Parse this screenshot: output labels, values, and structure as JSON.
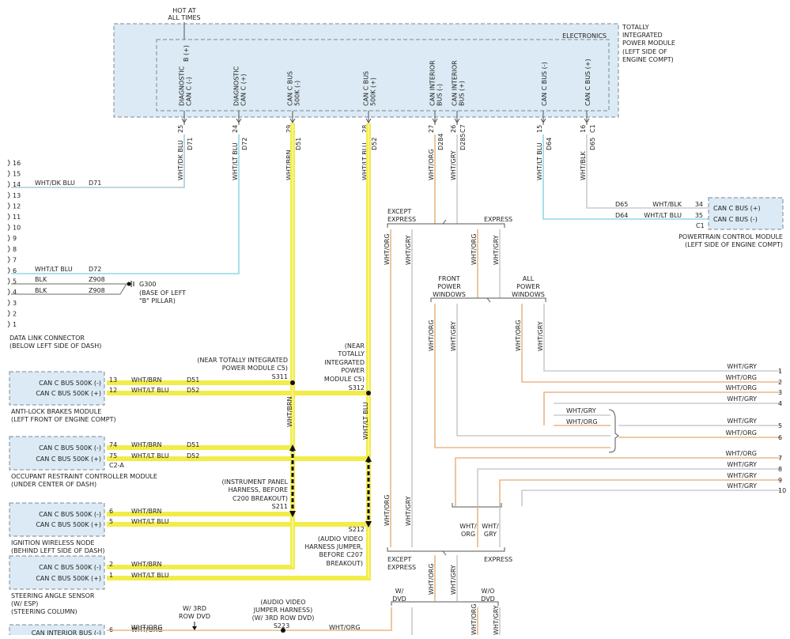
{
  "tipm": {
    "hot_label_1": "HOT AT",
    "hot_label_2": "ALL TIMES",
    "b_pin": "B (+)",
    "electronics": "ELECTRONICS",
    "title_lines": [
      "TOTALLY",
      "INTEGRATED",
      "POWER MODULE",
      "(LEFT SIDE OF",
      "ENGINE COMPT)"
    ],
    "pin_labels": [
      [
        "DIAGNOSTIC",
        "CAN C (-)"
      ],
      [
        "DIAGNOSTIC",
        "CAN C (+)"
      ],
      [
        "CAN C BUS",
        "500K (-)"
      ],
      [
        "CAN C BUS",
        "500K (+)"
      ],
      [
        "CAN INTERIOR",
        "BUS (-)"
      ],
      [
        "CAN INTERIOR",
        "BUS (+)"
      ],
      [
        "CAN C BUS (-)"
      ],
      [
        "CAN C BUS (+)"
      ]
    ],
    "pins": [
      "25",
      "24",
      "29",
      "28",
      "27",
      "26",
      "15",
      "16"
    ],
    "connectors": [
      "C7",
      "C1"
    ],
    "colors": [
      "WHT/DK BLU",
      "WHT/LT BLU",
      "WHT/BRN",
      "WHT/LT BLU",
      "WHT/ORG",
      "WHT/GRY",
      "WHT/LT BLU",
      "WHT/BLK"
    ],
    "circuits": [
      "D71",
      "D72",
      "D51",
      "D52",
      "D284",
      "D285",
      "D64",
      "D65"
    ]
  },
  "pcm": {
    "pins": [
      "34",
      "35"
    ],
    "labels": [
      "CAN C BUS (+)",
      "CAN C BUS (-)"
    ],
    "circuits": [
      "D65",
      "D64"
    ],
    "colors": [
      "WHT/BLK",
      "WHT/LT BLU"
    ],
    "connector": "C1",
    "title_lines": [
      "POWERTRAIN CONTROL MODULE",
      "(LEFT SIDE OF ENGINE COMPT)"
    ]
  },
  "dlc": {
    "pins": [
      "16",
      "15",
      "14",
      "13",
      "12",
      "11",
      "10",
      "9",
      "8",
      "7",
      "6",
      "5",
      "4",
      "3",
      "2",
      "1"
    ],
    "wires": [
      {
        "pin": "14",
        "color": "WHT/DK BLU",
        "circuit": "D71"
      },
      {
        "pin": "6",
        "color": "WHT/LT BLU",
        "circuit": "D72"
      },
      {
        "pin": "5",
        "color": "BLK",
        "circuit": "Z908"
      },
      {
        "pin": "4",
        "color": "BLK",
        "circuit": "Z908"
      }
    ],
    "ground": "G300",
    "ground_note": [
      "(BASE OF LEFT",
      "\"B\" PILLAR)"
    ],
    "title_lines": [
      "DATA LINK CONNECTOR",
      "(BELOW LEFT SIDE OF DASH)"
    ]
  },
  "splices": {
    "s311": [
      "(NEAR TOTALLY INTEGRATED",
      "POWER MODULE C5)",
      "S311"
    ],
    "s312": [
      "(NEAR",
      "TOTALLY",
      "INTEGRATED",
      "POWER",
      "MODULE C5)",
      "S312"
    ],
    "s211": [
      "(INSTRUMENT PANEL",
      "HARNESS, BEFORE",
      "C200 BREAKOUT)",
      "S211"
    ],
    "s212": [
      "S212",
      "(AUDIO VIDEO",
      "HARNESS JUMPER,",
      "BEFORE C207",
      "BREAKOUT)"
    ],
    "s223": [
      "(AUDIO VIDEO",
      "JUMPER HARNESS)",
      "(W/ 3RD ROW DVD)",
      "S223"
    ]
  },
  "trunk_labels": [
    "WHT/BRN",
    "WHT/LT BLU"
  ],
  "modules": [
    {
      "name": [
        "ANTI-LOCK BRAKES MODULE",
        "(LEFT FRONT OF ENGINE COMPT)"
      ],
      "pins": [
        {
          "label": "CAN C BUS 500K (-)",
          "pin": "13",
          "color": "WHT/BRN",
          "circuit": "D51"
        },
        {
          "label": "CAN C BUS 500K (+)",
          "pin": "12",
          "color": "WHT/LT BLU",
          "circuit": "D52"
        }
      ],
      "connector": ""
    },
    {
      "name": [
        "OCCUPANT RESTRAINT CONTROLLER MODULE",
        "(UNDER CENTER OF DASH)"
      ],
      "pins": [
        {
          "label": "CAN C BUS 500K (-)",
          "pin": "74",
          "color": "WHT/BRN",
          "circuit": "D51"
        },
        {
          "label": "CAN C BUS 500K (+)",
          "pin": "75",
          "color": "WHT/LT BLU",
          "circuit": "D52"
        }
      ],
      "connector": "C2-A"
    },
    {
      "name": [
        "IGNITION WIRELESS NODE",
        "(BEHIND LEFT SIDE OF DASH)"
      ],
      "pins": [
        {
          "label": "CAN C BUS 500K (-)",
          "pin": "6",
          "color": "WHT/BRN",
          "circuit": ""
        },
        {
          "label": "CAN C BUS 500K (+)",
          "pin": "5",
          "color": "WHT/LT BLU",
          "circuit": ""
        }
      ],
      "connector": ""
    },
    {
      "name": [
        "STEERING ANGLE SENSOR",
        "(W/ ESP)",
        "(STEERING COLUMN)"
      ],
      "pins": [
        {
          "label": "CAN C BUS 500K (-)",
          "pin": "2",
          "color": "WHT/BRN",
          "circuit": ""
        },
        {
          "label": "CAN C BUS 500K (+)",
          "pin": "1",
          "color": "WHT/LT BLU",
          "circuit": ""
        }
      ],
      "connector": ""
    },
    {
      "name": [],
      "pins": [
        {
          "label": "CAN INTERIOR BUS (-)",
          "pin": "6",
          "color": "WHT/ORG",
          "circuit": ""
        }
      ],
      "connector": ""
    }
  ],
  "branches": {
    "top": [
      "EXCEPT",
      "EXPRESS",
      "EXPRESS"
    ],
    "mid": [
      "FRONT",
      "POWER",
      "WINDOWS",
      "ALL",
      "POWER",
      "WINDOWS"
    ],
    "bottom": [
      "EXCEPT",
      "EXPRESS",
      "EXPRESS"
    ],
    "dvd": [
      "W/",
      "DVD",
      "W/O",
      "DVD"
    ],
    "dvd3": [
      "W/ 3RD",
      "ROW DVD"
    ],
    "short_labels": [
      "WHT/",
      "ORG",
      "WHT/",
      "GRY"
    ]
  },
  "vertical_wire_labels": [
    "WHT/ORG",
    "WHT/GRY",
    "WHT/BRN",
    "WHT/LT BLU"
  ],
  "refs": [
    {
      "n": "1",
      "color": "WHT/GRY"
    },
    {
      "n": "2",
      "color": "WHT/ORG"
    },
    {
      "n": "3",
      "color": "WHT/ORG"
    },
    {
      "n": "4",
      "color": "WHT/GRY"
    },
    {
      "n": "5",
      "color": "WHT/GRY"
    },
    {
      "n": "6",
      "color": "WHT/ORG"
    },
    {
      "n": "7",
      "color": "WHT/ORG"
    },
    {
      "n": "8",
      "color": "WHT/GRY"
    },
    {
      "n": "9",
      "color": "WHT/GRY"
    },
    {
      "n": "10",
      "color": "WHT/GRY"
    }
  ],
  "inner_refs": [
    "WHT/GRY",
    "WHT/ORG"
  ],
  "bottom_wires": [
    "WHT/ORG",
    "WHT/ORG"
  ],
  "colors": {
    "module_fill": "#dbeaf4",
    "highlight": "#f2ec4a",
    "wht_org": "#e8b888",
    "wht_gry": "#c8ccd0",
    "wht_lt_blu": "#8fd8e6",
    "wht_dk_blu": "#a9c9da"
  }
}
